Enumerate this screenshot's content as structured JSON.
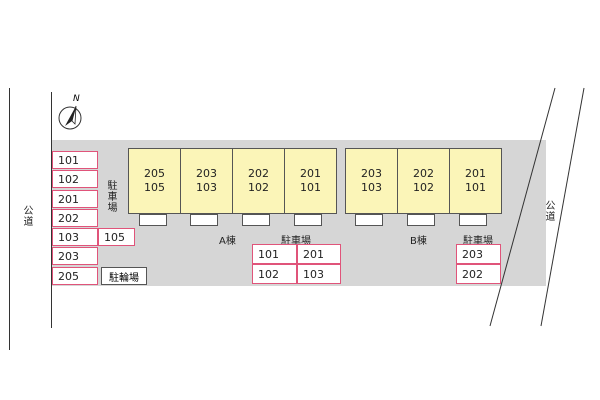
{
  "compass": {
    "label": "N",
    "icon": "north-arrow-icon"
  },
  "roads": {
    "left": "公道",
    "right": "公道"
  },
  "building_a": {
    "label": "A棟",
    "units": [
      {
        "top": "205",
        "bottom": "105"
      },
      {
        "top": "203",
        "bottom": "103"
      },
      {
        "top": "202",
        "bottom": "102"
      },
      {
        "top": "201",
        "bottom": "101"
      }
    ]
  },
  "building_b": {
    "label": "B棟",
    "units": [
      {
        "top": "203",
        "bottom": "103"
      },
      {
        "top": "202",
        "bottom": "102"
      },
      {
        "top": "201",
        "bottom": "101"
      }
    ]
  },
  "parking_left": {
    "label": "駐車場",
    "spaces": [
      "101",
      "102",
      "201",
      "202",
      "103",
      "105",
      "203",
      "205"
    ]
  },
  "parking_a": {
    "label": "駐車場",
    "spaces": [
      "101",
      "201",
      "102",
      "103"
    ]
  },
  "parking_b": {
    "label": "駐車場",
    "spaces": [
      "203",
      "202"
    ]
  },
  "bicycle_parking": {
    "label": "駐輪場"
  },
  "colors": {
    "lot": "#d6d6d6",
    "building": "#fbf5b8",
    "parking_border": "#e0547a"
  }
}
